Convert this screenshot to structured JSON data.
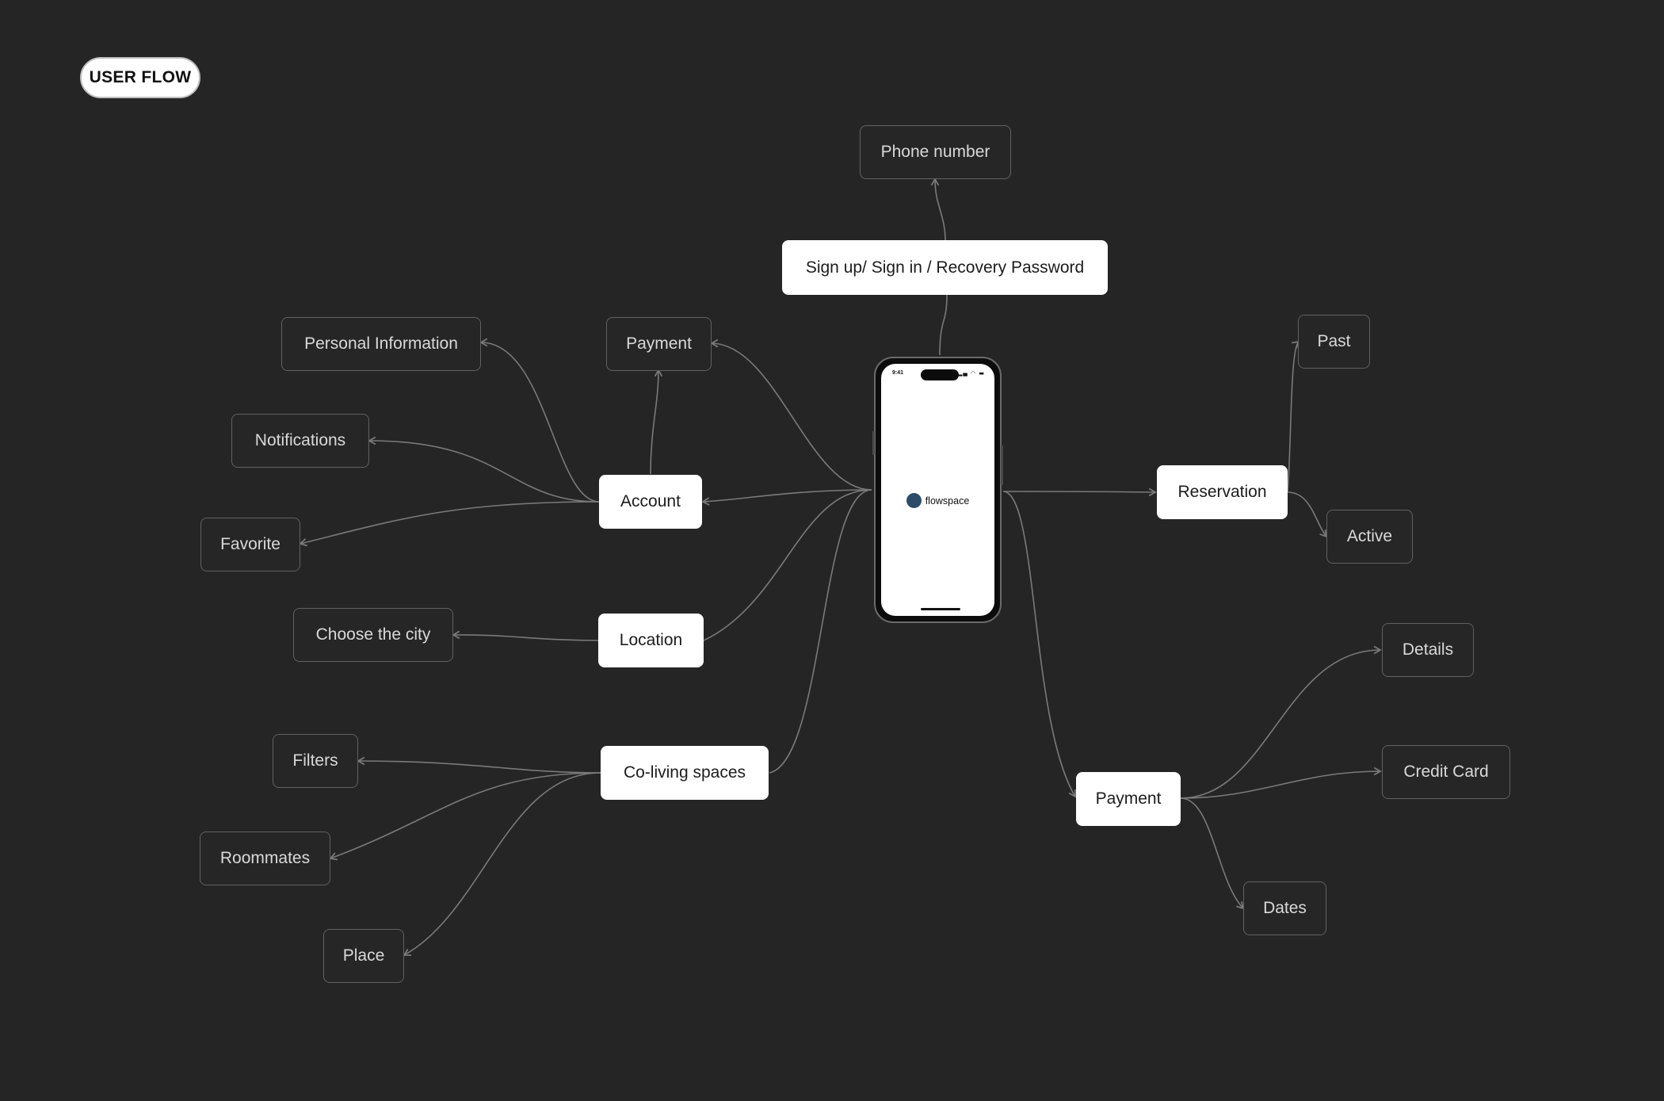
{
  "title": "USER FLOW",
  "device": {
    "status_time": "9:41",
    "status_icons": "signal-wifi-battery-icon",
    "logo_icon": "circle-logo-icon",
    "logo_text": "flowspace"
  },
  "nodes": {
    "signup": "Sign up/ Sign in / Recovery Password",
    "phone_number": "Phone number",
    "account": "Account",
    "account_payment": "Payment",
    "personal_information": "Personal Information",
    "notifications": "Notifications",
    "favorite": "Favorite",
    "location": "Location",
    "choose_city": "Choose the city",
    "coliving": "Co-living spaces",
    "filters": "Filters",
    "roommates": "Roommates",
    "place": "Place",
    "reservation": "Reservation",
    "past": "Past",
    "active": "Active",
    "payment": "Payment",
    "details": "Details",
    "credit_card": "Credit Card",
    "dates": "Dates"
  },
  "colors": {
    "background": "#252525",
    "primary_node": "#ffffff",
    "secondary_border": "#616161",
    "connector": "#7a7a7a",
    "logo": "#2d4b68"
  }
}
